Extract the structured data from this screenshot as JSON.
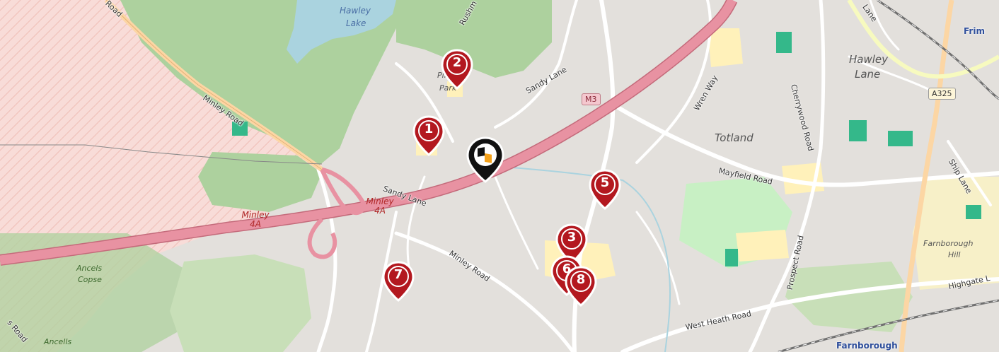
{
  "map": {
    "roads": {
      "minley_road_nw": "Minley Road",
      "minley_road_top": "Road",
      "sandy_lane_upper": "Sandy Lane",
      "sandy_lane_lower": "Sandy Lane",
      "minley_road_south": "Minley Road",
      "wren_way": "Wren Way",
      "cherrywood_road": "Cherrywood Road",
      "mayfield_road": "Mayfield Road",
      "prospect_road": "Prospect Road",
      "west_heath_road": "West Heath Road",
      "ship_lane": "Ship Lane",
      "highgate_lane": "Highgate L",
      "lane_top": "Lane",
      "rushmoor": "Rushm",
      "road_sw": "s Road"
    },
    "areas": {
      "totland": "Totland",
      "hawley_lane": [
        "Hawley",
        "Lane"
      ],
      "farnborough_hill": [
        "Farnborough",
        "Hill"
      ],
      "pinewood_park": [
        "Pinew",
        "Park"
      ]
    },
    "water": {
      "hawley_lake": [
        "Hawley",
        "Lake"
      ]
    },
    "woods": {
      "ancels_copse": [
        "Ancels",
        "Copse"
      ],
      "ancells": "Ancells"
    },
    "towns": {
      "farnborough": "Farnborough",
      "frimley": "Frim"
    },
    "junctions": {
      "minley_4a_west": [
        "Minley",
        "4A"
      ],
      "minley_4a_east": [
        "Minley",
        "4A"
      ]
    },
    "shields": {
      "m3": "M3",
      "a325": "A325"
    },
    "colors": {
      "motorway": "#e892a2",
      "marker_red": "#b3181f",
      "home_marker": "#111111",
      "home_logo": "#f4a11a",
      "woodland": "#add19e",
      "water": "#aad3df",
      "military": "#f6d6d3",
      "school": "#fff1ba",
      "pitch": "#34b88a"
    }
  },
  "markers": [
    {
      "label": "1"
    },
    {
      "label": "2"
    },
    {
      "label": "3"
    },
    {
      "label": "5"
    },
    {
      "label": "6"
    },
    {
      "label": "7"
    },
    {
      "label": "8"
    }
  ],
  "home_marker": {
    "icon": "home-location-icon"
  }
}
